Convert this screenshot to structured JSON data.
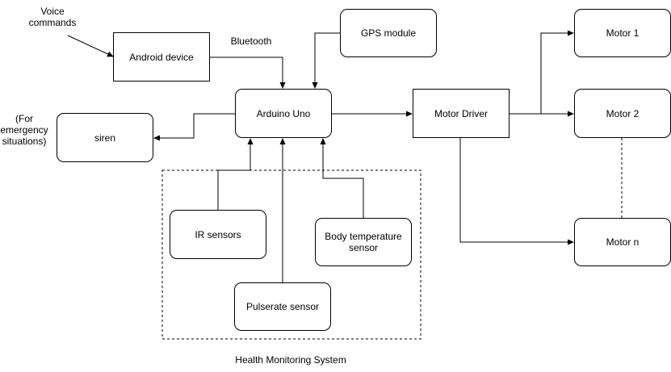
{
  "nodes": {
    "android": "Android device",
    "gps": "GPS module",
    "arduino": "Arduino Uno",
    "motor_driver": "Motor Driver",
    "motor1": "Motor 1",
    "motor2": "Motor 2",
    "motorn": "Motor n",
    "siren": "siren",
    "ir": "IR sensors",
    "body_temp": "Body temperature sensor",
    "pulse": "Pulserate sensor"
  },
  "labels": {
    "voice": "Voice\ncommands",
    "bluetooth": "Bluetooth",
    "emergency": "(For\nemergency\nsituations)",
    "group": "Health Monitoring System"
  },
  "colors": {
    "stroke": "#000000",
    "background": "#ffffff"
  }
}
